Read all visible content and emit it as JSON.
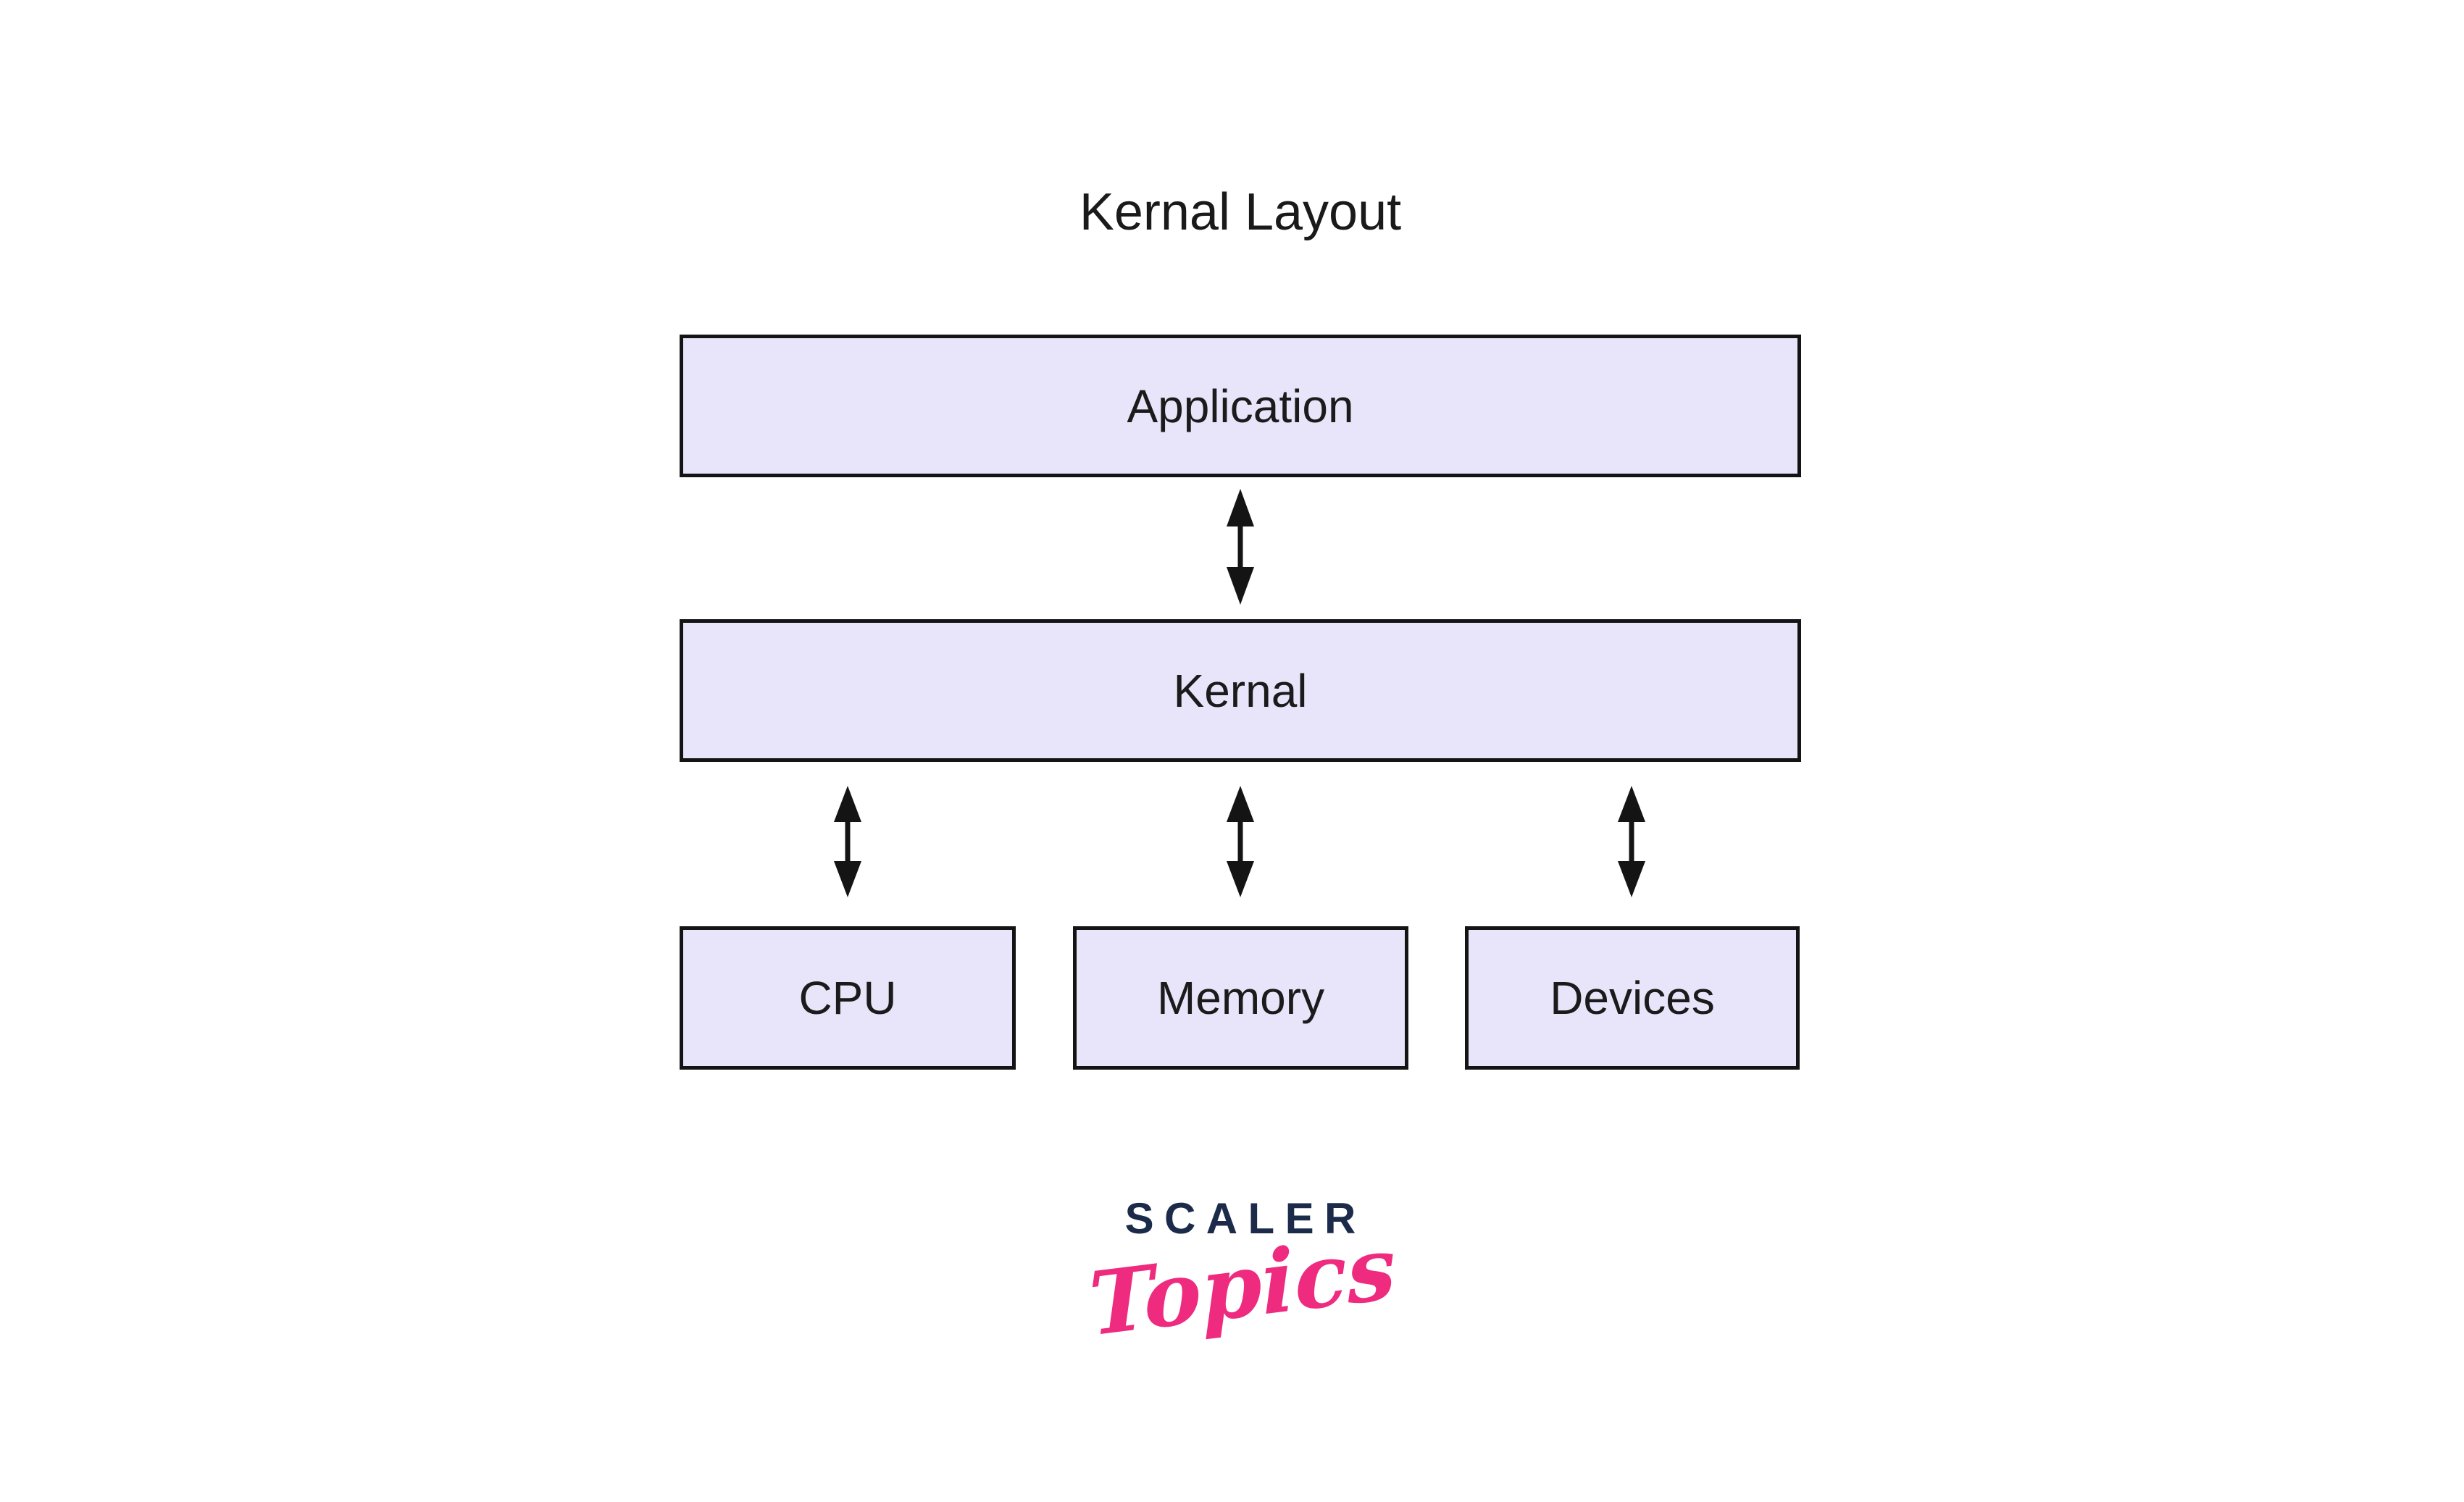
{
  "title": "Kernal Layout",
  "diagram": {
    "nodes": [
      {
        "id": "application",
        "label": "Application"
      },
      {
        "id": "kernal",
        "label": "Kernal"
      },
      {
        "id": "cpu",
        "label": "CPU"
      },
      {
        "id": "memory",
        "label": "Memory"
      },
      {
        "id": "devices",
        "label": "Devices"
      }
    ],
    "edges": [
      {
        "from": "Application",
        "to": "Kernal",
        "type": "bidirectional"
      },
      {
        "from": "Kernal",
        "to": "CPU",
        "type": "bidirectional"
      },
      {
        "from": "Kernal",
        "to": "Memory",
        "type": "bidirectional"
      },
      {
        "from": "Kernal",
        "to": "Devices",
        "type": "bidirectional"
      }
    ],
    "colors": {
      "box_fill": "#e8e5fb",
      "box_border": "#141414",
      "text": "#1b1b1b",
      "arrow": "#141414"
    }
  },
  "logo": {
    "brand": "SCALER",
    "sub": "Topics",
    "brand_color": "#1c2b4a",
    "sub_color": "#ee2b7e"
  }
}
